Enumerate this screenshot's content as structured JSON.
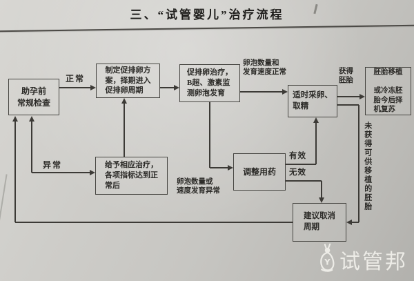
{
  "page": {
    "title": "三、“试管婴儿”治疗流程",
    "watermark_text": "试管邦",
    "colors": {
      "paper": "#cecdc9",
      "ink": "#2b2a27",
      "line": "#3c3a36",
      "watermark": "#f2f1ec"
    }
  },
  "flowchart": {
    "nodes": [
      {
        "id": "pre_check",
        "label": "助孕前\n常规检查"
      },
      {
        "id": "plan",
        "label": "制定促排卵方\n案，择期进入\n促排卵周期"
      },
      {
        "id": "stimulation",
        "label": "促排卵治疗，\nB超、激素监\n测卵泡发育"
      },
      {
        "id": "retrieval",
        "label": "适时采卵、\n取精"
      },
      {
        "id": "transfer",
        "label": "胚胎移植\n\n或冷冻胚\n胎今后择\n机复苏"
      },
      {
        "id": "treatment",
        "label": "给予相应治疗，\n各项指标达到正\n常后"
      },
      {
        "id": "adjust",
        "label": "调整用药"
      },
      {
        "id": "cancel",
        "label": "建议取消\n周期"
      }
    ],
    "edges": [
      {
        "from": "pre_check",
        "to": "plan",
        "label": "正常"
      },
      {
        "from": "plan",
        "to": "stimulation",
        "label": ""
      },
      {
        "from": "stimulation",
        "to": "retrieval",
        "label": "卵泡数量和\n发育速度正常"
      },
      {
        "from": "retrieval",
        "to": "transfer",
        "label": "获得\n胚胎"
      },
      {
        "from": "pre_check",
        "to": "treatment",
        "label": "异常"
      },
      {
        "from": "treatment",
        "to": "plan",
        "label": ""
      },
      {
        "from": "stimulation",
        "to": "adjust",
        "label": "卵泡数量或\n速度发育异常"
      },
      {
        "from": "adjust",
        "to": "retrieval",
        "label": "有效"
      },
      {
        "from": "adjust",
        "to": "cancel",
        "label": "无效"
      },
      {
        "from": "retrieval",
        "to": "cancel",
        "label": "未获得可供移植的胚胎"
      },
      {
        "from": "cancel",
        "to": "pre_check",
        "label": ""
      }
    ]
  }
}
